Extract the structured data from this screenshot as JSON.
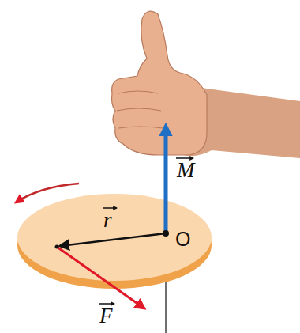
{
  "diagram": {
    "labels": [
      "r",
      "M",
      "F",
      "O"
    ]
  }
}
